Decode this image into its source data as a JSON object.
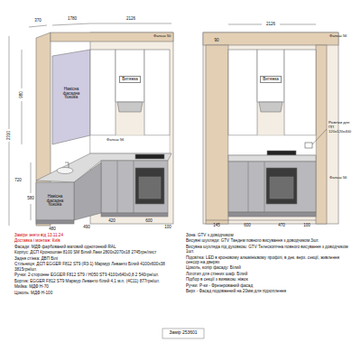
{
  "diagram": {
    "nodes": [
      {
        "text": [
          "Витяжка"
        ]
      },
      {
        "text": [
          "Навісна фасадна бокова"
        ]
      },
      {
        "text": [
          "Навісна фасадна бокова"
        ]
      },
      {
        "text": [
          "Витяжка"
        ]
      }
    ],
    "labels": [
      "1780",
      "370",
      "2126",
      "Фальш 50",
      "980",
      "2310",
      "580",
      "720",
      "Фальш 56",
      "480",
      "490",
      "420",
      "600",
      "100",
      "2126",
      "90",
      "Фальш 56",
      "Розетки для ПП 120x120x400",
      "Фальш 56",
      "145",
      "600",
      "470",
      "100",
      "Заміри зняти від 13.11.24",
      "Доставка і монтаж: Київ",
      "Фасади: МДФ фарбований матовий однотонний RAL",
      "Корпус: ДСП Кроношпан 8100 SM Білий Лаки 2800х2070х18 2745грн/лист",
      "Задня стінка: ДВП Білі",
      "Стільниця: ДСП EGGER F812 ST9 (R3-1) Мармур Леванто Білий 4100x600x38 3815грн/шт.",
      "Ручки: 2-сторонне EGGER F812 ST9 / H050 ST9 4100x640x0,8 2 540грн/шт.",
      "Бортик: EGGER F812 ST9 Мармур Леванто білий 4,1 м.п. (4C11) 877грн/шт.",
      "Мийка: МДФ Н-70",
      "Цоколь: МДФ Н-100",
      "Зона: GTV з доводчиком",
      "Висувні шухляди: GTV Тандем повного висування з доводчиком 3шт.",
      "Висувна шухляда під духовкою: GTV Телескопічна повного висування з доводчиком 1шт.",
      "Підсвітка: LED в кроновому алюмінієвому профілі, в дек. верх. секції, живлення сенсор на дверях",
      "Цоколь, колір фасаду: Білий",
      "Логотип для стінних шаф: Білий",
      "Підбор в секції з виямкою: ніжок",
      "Ручки: Р-ки - Фрезерований фасад",
      "Верх - Фасад подовжений на 20мм для підхоплення",
      "Замір 253601"
    ]
  }
}
